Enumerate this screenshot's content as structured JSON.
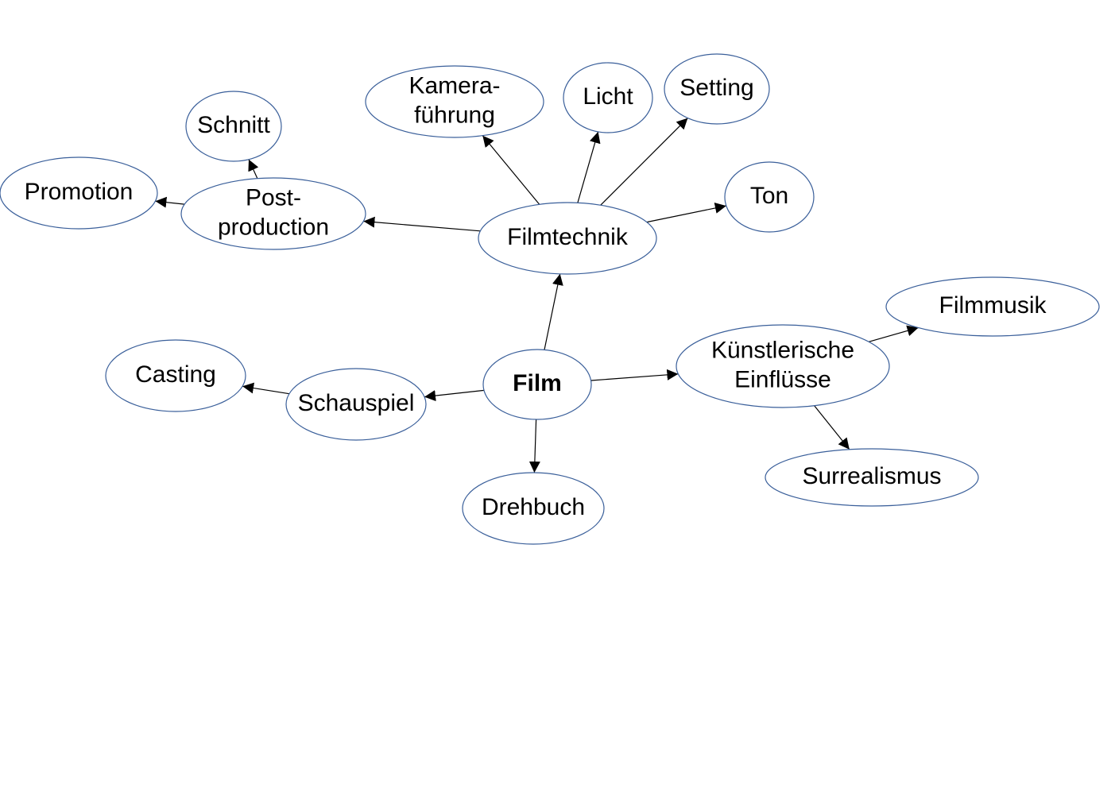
{
  "nodes": [
    {
      "id": "film",
      "lines": [
        "Film"
      ],
      "root": true
    },
    {
      "id": "filmtechnik",
      "lines": [
        "Filmtechnik"
      ]
    },
    {
      "id": "postproduction",
      "lines": [
        "Post-",
        "production"
      ]
    },
    {
      "id": "promotion",
      "lines": [
        "Promotion"
      ]
    },
    {
      "id": "schnitt",
      "lines": [
        "Schnitt"
      ]
    },
    {
      "id": "kamerafuehrung",
      "lines": [
        "Kamera-",
        "führung"
      ]
    },
    {
      "id": "licht",
      "lines": [
        "Licht"
      ]
    },
    {
      "id": "setting",
      "lines": [
        "Setting"
      ]
    },
    {
      "id": "ton",
      "lines": [
        "Ton"
      ]
    },
    {
      "id": "kuenstlerische",
      "lines": [
        "Künstlerische",
        "Einflüsse"
      ]
    },
    {
      "id": "filmmusik",
      "lines": [
        "Filmmusik"
      ]
    },
    {
      "id": "surrealismus",
      "lines": [
        "Surrealismus"
      ]
    },
    {
      "id": "schauspiel",
      "lines": [
        "Schauspiel"
      ]
    },
    {
      "id": "casting",
      "lines": [
        "Casting"
      ]
    },
    {
      "id": "drehbuch",
      "lines": [
        "Drehbuch"
      ]
    }
  ],
  "edges": [
    {
      "from": "film",
      "to": "filmtechnik"
    },
    {
      "from": "film",
      "to": "kuenstlerische"
    },
    {
      "from": "film",
      "to": "schauspiel"
    },
    {
      "from": "film",
      "to": "drehbuch"
    },
    {
      "from": "filmtechnik",
      "to": "postproduction"
    },
    {
      "from": "filmtechnik",
      "to": "kamerafuehrung"
    },
    {
      "from": "filmtechnik",
      "to": "licht"
    },
    {
      "from": "filmtechnik",
      "to": "setting"
    },
    {
      "from": "filmtechnik",
      "to": "ton"
    },
    {
      "from": "postproduction",
      "to": "promotion"
    },
    {
      "from": "postproduction",
      "to": "schnitt"
    },
    {
      "from": "kuenstlerische",
      "to": "filmmusik"
    },
    {
      "from": "kuenstlerische",
      "to": "surrealismus"
    },
    {
      "from": "schauspiel",
      "to": "casting"
    }
  ]
}
